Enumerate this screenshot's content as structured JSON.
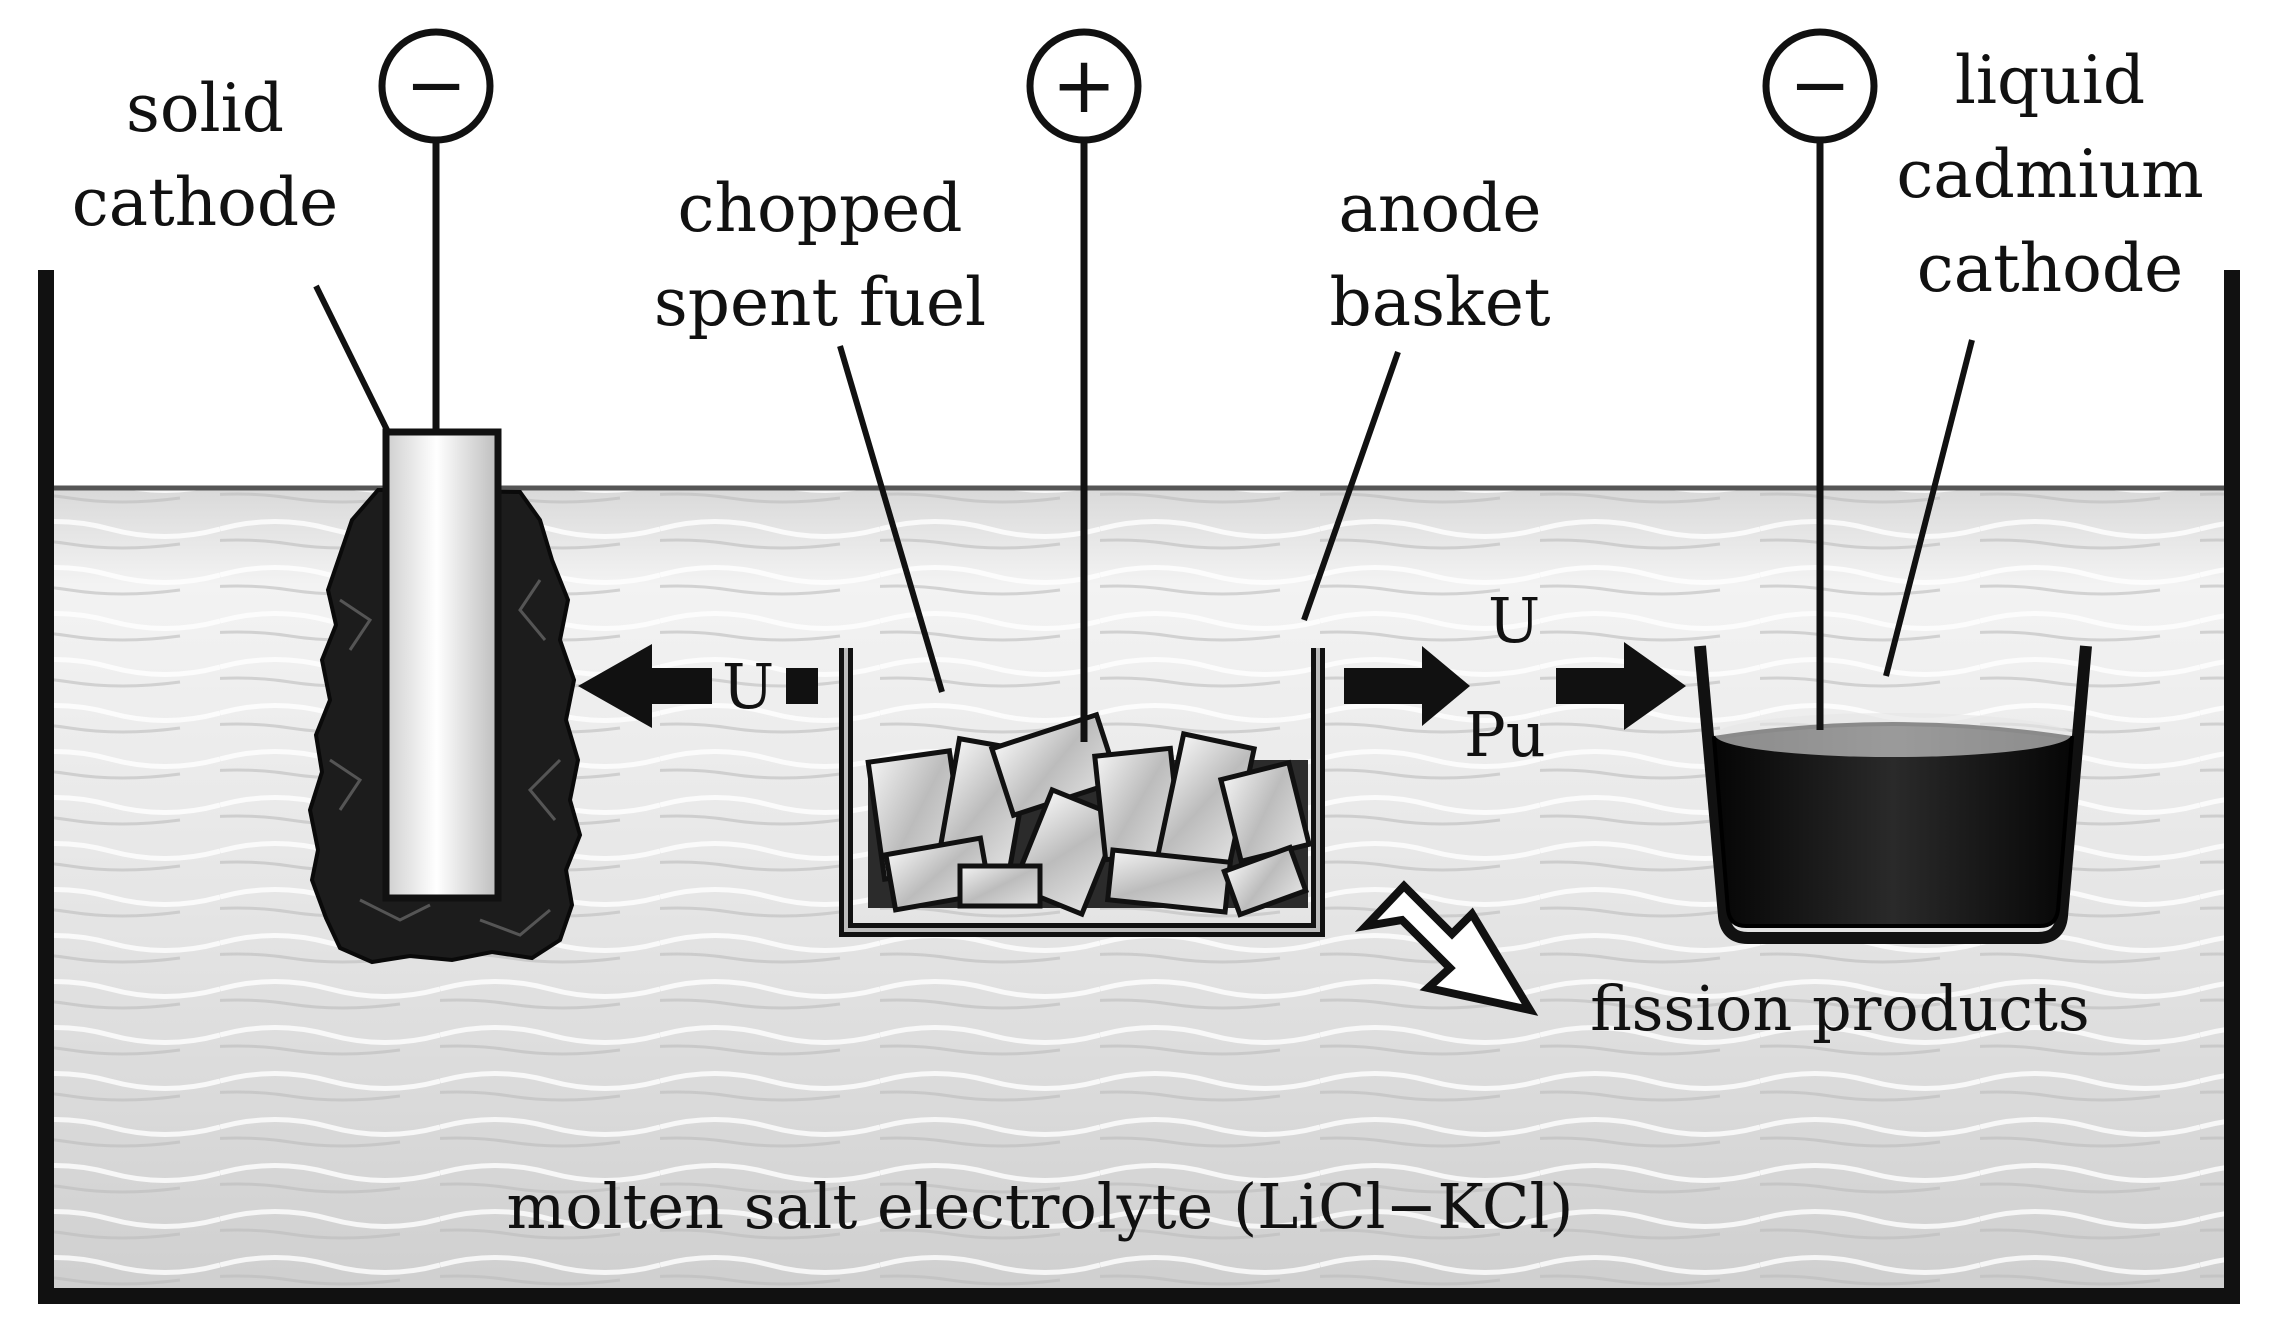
{
  "labels": {
    "solid_cathode": [
      "solid",
      "cathode"
    ],
    "chopped_fuel": [
      "chopped",
      "spent fuel"
    ],
    "anode_basket": [
      "anode",
      "basket"
    ],
    "liquid_cathode": [
      "liquid",
      "cadmium",
      "cathode"
    ],
    "fission_products": "fission products",
    "electrolyte": "molten salt electrolyte (LiCl−KCl)"
  },
  "polarity": {
    "solid_cathode": "−",
    "anode": "+",
    "liquid_cathode": "−"
  },
  "flows": {
    "to_solid_cathode": "U",
    "to_liquid_cathode": [
      "U",
      "Pu"
    ]
  },
  "colors": {
    "outline": "#111111",
    "salt_light": "#f2f2f2",
    "salt_mid": "#d2d2d2",
    "deposit": "#1c1c1c",
    "cadmium": "#121212",
    "rod": "#e8e8e8"
  }
}
